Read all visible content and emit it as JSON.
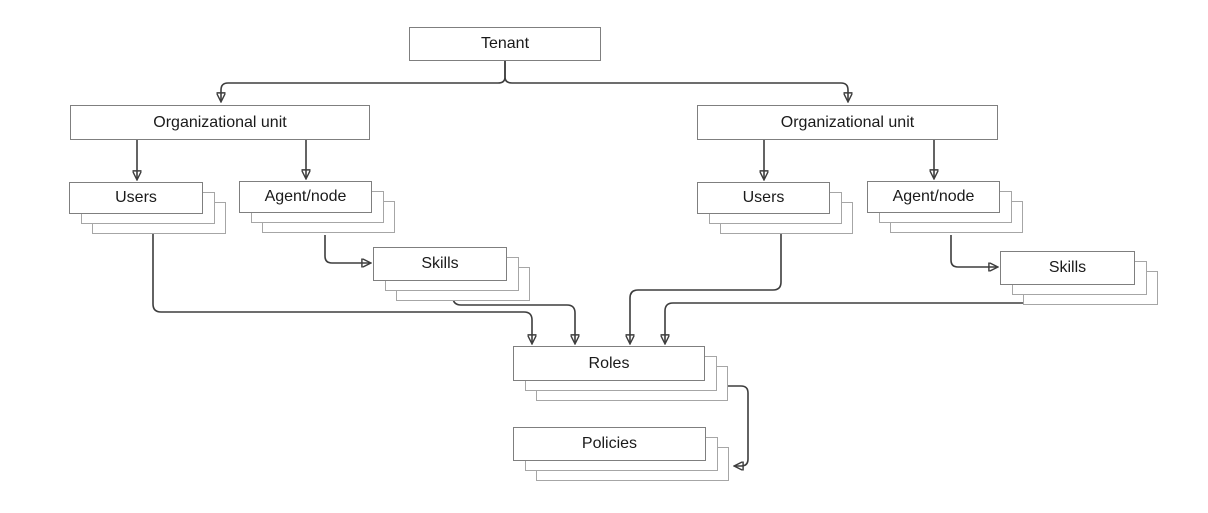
{
  "diagram": {
    "type": "hierarchy-flowchart",
    "nodes": [
      {
        "id": "tenant",
        "label": "Tenant",
        "stacked": false
      },
      {
        "id": "org-unit-left",
        "label": "Organizational unit",
        "stacked": false
      },
      {
        "id": "org-unit-right",
        "label": "Organizational unit",
        "stacked": false
      },
      {
        "id": "users-left",
        "label": "Users",
        "stacked": true
      },
      {
        "id": "agent-node-left",
        "label": "Agent/node",
        "stacked": true
      },
      {
        "id": "skills-left",
        "label": "Skills",
        "stacked": true
      },
      {
        "id": "users-right",
        "label": "Users",
        "stacked": true
      },
      {
        "id": "agent-node-right",
        "label": "Agent/node",
        "stacked": true
      },
      {
        "id": "skills-right",
        "label": "Skills",
        "stacked": true
      },
      {
        "id": "roles",
        "label": "Roles",
        "stacked": true
      },
      {
        "id": "policies",
        "label": "Policies",
        "stacked": true
      }
    ],
    "edges": [
      {
        "from": "tenant",
        "to": "org-unit-left"
      },
      {
        "from": "tenant",
        "to": "org-unit-right"
      },
      {
        "from": "org-unit-left",
        "to": "users-left"
      },
      {
        "from": "org-unit-left",
        "to": "agent-node-left"
      },
      {
        "from": "agent-node-left",
        "to": "skills-left"
      },
      {
        "from": "org-unit-right",
        "to": "users-right"
      },
      {
        "from": "org-unit-right",
        "to": "agent-node-right"
      },
      {
        "from": "agent-node-right",
        "to": "skills-right"
      },
      {
        "from": "users-left",
        "to": "roles"
      },
      {
        "from": "skills-left",
        "to": "roles"
      },
      {
        "from": "users-right",
        "to": "roles"
      },
      {
        "from": "skills-right",
        "to": "roles"
      },
      {
        "from": "roles",
        "to": "policies"
      }
    ],
    "colors": {
      "background": "#ffffff",
      "box_fill": "#ffffff",
      "box_border": "#7f7f7f",
      "stack_border": "#a6a6a6",
      "connector": "#3d3d3d",
      "text": "#1a1a1a"
    }
  }
}
